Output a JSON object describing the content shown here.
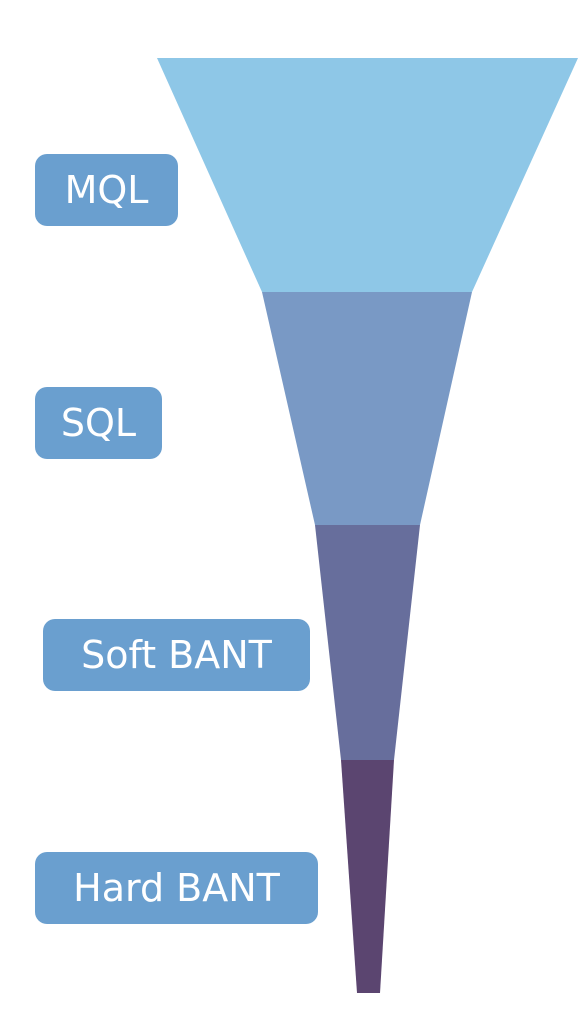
{
  "stages": [
    {
      "label": "MQL",
      "color": "#8EC7E7"
    },
    {
      "label": "SQL",
      "color": "#7999C5"
    },
    {
      "label": "Soft BANT",
      "color": "#676E9C"
    },
    {
      "label": "Hard BANT",
      "color": "#5B4570"
    }
  ],
  "label_background": "#6A9FCF",
  "label_text_color": "#FFFFFF"
}
